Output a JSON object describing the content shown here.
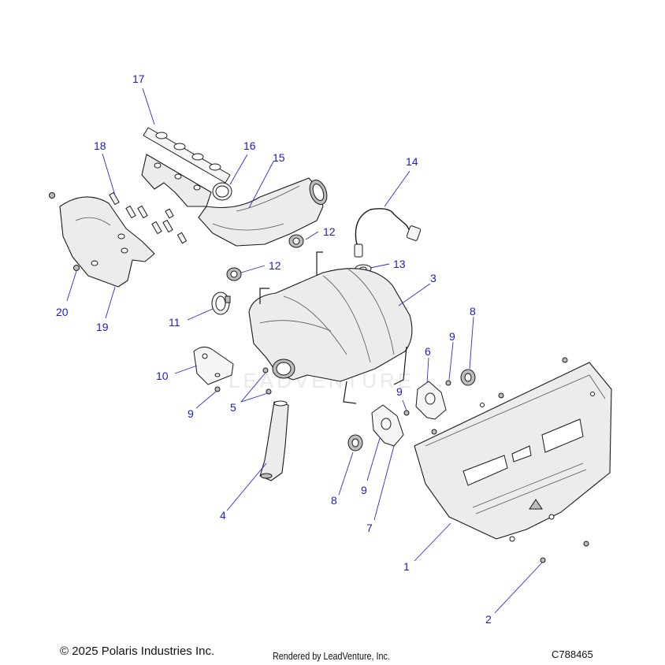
{
  "watermark": "LEADVENTURE",
  "callouts": [
    "17",
    "18",
    "16",
    "15",
    "14",
    "12",
    "12",
    "13",
    "3",
    "20",
    "19",
    "11",
    "8",
    "6",
    "9",
    "10",
    "9",
    "5",
    "9",
    "1",
    "4",
    "8",
    "9",
    "7",
    "2"
  ],
  "footer": {
    "copyright": "© 2025 Polaris Industries Inc.",
    "rendered_by": "Rendered by LeadVenture, Inc.",
    "diagram_code": "C788465"
  },
  "colors": {
    "callout": "#1b1bc8",
    "leader": "#2b2bd6",
    "part_fill": "#ececec",
    "outline": "#1a1a1a"
  }
}
